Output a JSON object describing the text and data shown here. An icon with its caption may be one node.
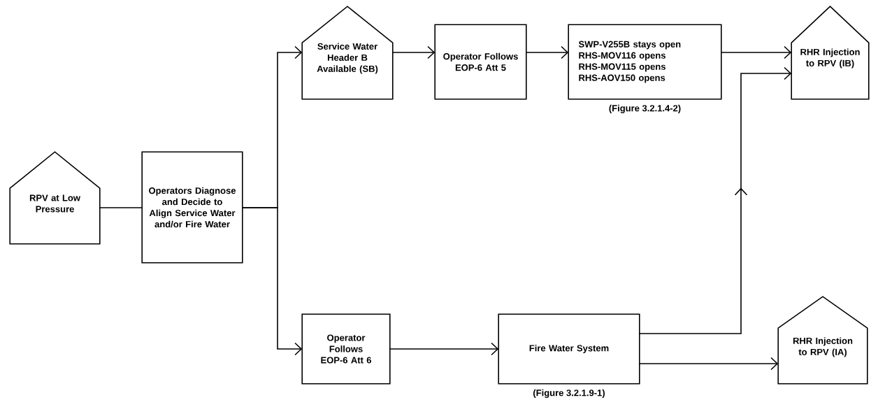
{
  "diagram": {
    "nodes": [
      {
        "text": [
          "RPV at Low Pressure"
        ]
      },
      {
        "text": [
          "Operators Diagnose and Decide to Align Service Water and/or Fire Water"
        ]
      },
      {
        "text": [
          "Service Water Header B Available (SB)"
        ]
      },
      {
        "text": [
          "Operator Follows EOP-6 Att 5"
        ]
      },
      {
        "text": [
          "SWP-V255B stays open",
          "RHS-MOV116 opens",
          "RHS-MOV115 opens",
          "RHS-AOV150 opens"
        ],
        "beside": [
          "(Figure 3.2.1.4-2)"
        ]
      },
      {
        "text": [
          "RHR Injection to RPV (IB)"
        ]
      },
      {
        "text": [
          "Operator Follows EOP-6 Att 6"
        ]
      },
      {
        "text": [
          "Fire Water System"
        ],
        "beside": [
          "(Figure 3.2.1.9-1)"
        ]
      },
      {
        "text": [
          "RHR Injection to RPV (IA)"
        ]
      }
    ],
    "edges": [
      {
        "from": 0,
        "to": 1,
        "arrow": "none"
      },
      {
        "from": 1,
        "to": 2,
        "arrow": "to"
      },
      {
        "from": 1,
        "to": 6,
        "arrow": "to"
      },
      {
        "from": 2,
        "to": 3,
        "arrow": "to"
      },
      {
        "from": 3,
        "to": 4,
        "arrow": "to"
      },
      {
        "from": 4,
        "to": 5,
        "arrow": "to"
      },
      {
        "from": 6,
        "to": 7,
        "arrow": "to"
      },
      {
        "from": 7,
        "to": 5,
        "arrow": "to"
      },
      {
        "from": 7,
        "to": 8,
        "arrow": "to"
      }
    ]
  }
}
